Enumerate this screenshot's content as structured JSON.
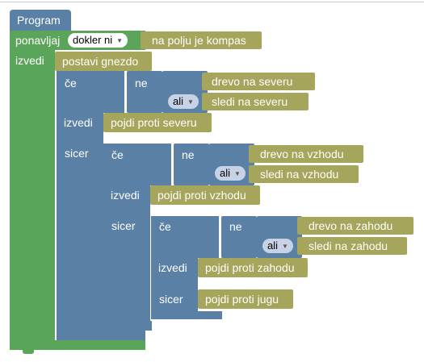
{
  "program": {
    "label": "Program"
  },
  "loop": {
    "repeat_label": "ponavljaj",
    "mode_value": "dokler ni",
    "condition": "na polju je kompas",
    "do_label": "izvedi"
  },
  "set_nest": {
    "label": "postavi gnezdo"
  },
  "if1": {
    "if_label": "če",
    "not_label": "ne",
    "cond_a": "drevo na severu",
    "op_value": "ali",
    "cond_b": "sledi na severu",
    "do_label": "izvedi",
    "do_action": "pojdi proti severu",
    "else_label": "sicer"
  },
  "if2": {
    "if_label": "če",
    "not_label": "ne",
    "cond_a": "drevo na vzhodu",
    "op_value": "ali",
    "cond_b": "sledi na vzhodu",
    "do_label": "izvedi",
    "do_action": "pojdi proti vzhodu",
    "else_label": "sicer"
  },
  "if3": {
    "if_label": "če",
    "not_label": "ne",
    "cond_a": "drevo na zahodu",
    "op_value": "ali",
    "cond_b": "sledi na zahodu",
    "do_label": "izvedi",
    "do_action": "pojdi proti zahodu",
    "else_label": "sicer",
    "else_action": "pojdi proti jugu"
  },
  "colors": {
    "control": "#5ba55b",
    "logic": "#5b80a5",
    "action": "#a5a55b",
    "workspace": "#ffffff"
  }
}
